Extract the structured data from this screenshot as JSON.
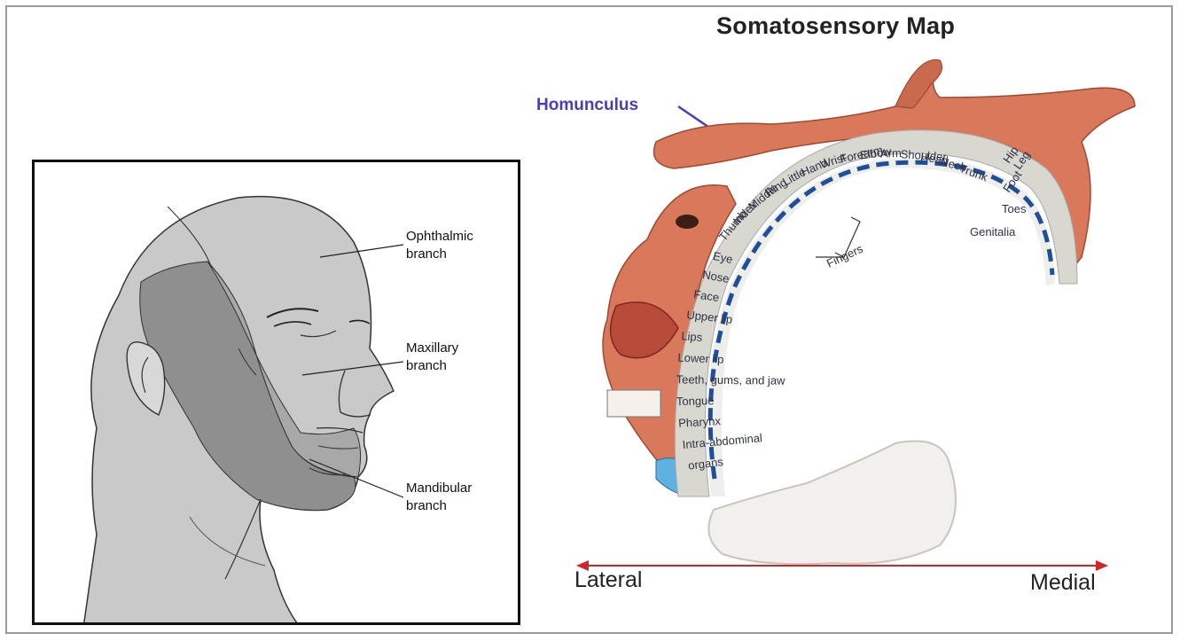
{
  "left_panel": {
    "labels": {
      "ophthalmic": [
        "Ophthalmic",
        "branch"
      ],
      "maxillary": [
        "Maxillary",
        "branch"
      ],
      "mandibular": [
        "Mandibular",
        "branch"
      ]
    }
  },
  "right_panel": {
    "title": "Somatosensory Map",
    "homunculus_label": "Homunculus",
    "lateral_label": "Lateral",
    "medial_label": "Medial",
    "fingers_label": "Fingers",
    "colors": {
      "skin": "#d9785a",
      "cortex_band": "#1f4e9a",
      "arrow": "#d0262a",
      "homunculus_text": "#4b3fae"
    },
    "body_parts_outer": [
      "Hip",
      "Leg",
      "Foot",
      "Toes",
      "Genitalia"
    ],
    "body_parts_arc": [
      "Trunk",
      "Neck",
      "Head",
      "Shoulder",
      "Arm",
      "Elbow",
      "Forearm",
      "Wrist",
      "Hand",
      "Little",
      "Ring",
      "Middle",
      "Index",
      "Thumb",
      "Eye",
      "Nose",
      "Face",
      "Upper lip",
      "Lips",
      "Lower lip",
      "Teeth, gums, and jaw",
      "Tongue",
      "Pharynx",
      "Intra-abdominal",
      "organs"
    ]
  }
}
